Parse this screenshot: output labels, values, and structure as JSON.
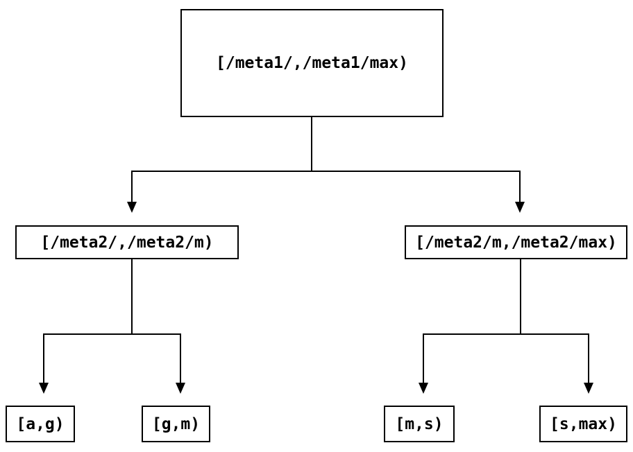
{
  "diagram": {
    "type": "tree",
    "background_color": "#ffffff",
    "line_color": "#000000",
    "box_fill_color": "#ffffff",
    "tree": {
      "root": {
        "label": "[/meta1/,/meta1/max)",
        "children": [
          {
            "label": "[/meta2/,/meta2/m)",
            "children": [
              {
                "label": "[a,g)"
              },
              {
                "label": "[g,m)"
              }
            ]
          },
          {
            "label": "[/meta2/m,/meta2/max)",
            "children": [
              {
                "label": "[m,s)"
              },
              {
                "label": "[s,max)"
              }
            ]
          }
        ]
      }
    }
  }
}
